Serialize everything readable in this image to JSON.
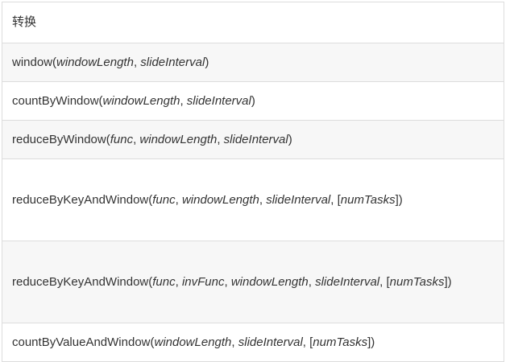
{
  "table": {
    "header": {
      "label": "转换"
    },
    "colors": {
      "border": "#dddddd",
      "text": "#333333",
      "row_alt_background": "#f7f7f7",
      "row_background": "#ffffff"
    },
    "rows": [
      {
        "name": "window",
        "signature": "window(windowLength, slideInterval)",
        "fn": "window(",
        "params": [
          "windowLength",
          "slideInterval"
        ],
        "tail": ")",
        "shaded": true,
        "lines": 1
      },
      {
        "name": "countByWindow",
        "signature": "countByWindow(windowLength, slideInterval)",
        "fn": "countByWindow(",
        "params": [
          "windowLength",
          "slideInterval"
        ],
        "tail": ")",
        "shaded": false,
        "lines": 1
      },
      {
        "name": "reduceByWindow",
        "signature": "reduceByWindow(func, windowLength, slideInterval)",
        "fn": "reduceByWindow(",
        "params": [
          "func",
          "windowLength",
          "slideInterval"
        ],
        "tail": ")",
        "shaded": true,
        "lines": 1
      },
      {
        "name": "reduceByKeyAndWindow",
        "signature": "reduceByKeyAndWindow(func, windowLength, slideInterval, [numTasks])",
        "fn": "reduceByKeyAndWindow(",
        "params": [
          "func",
          "windowLength",
          "slideInterval",
          "numTasks"
        ],
        "tail": ")",
        "shaded": false,
        "lines": 2
      },
      {
        "name": "reduceByKeyAndWindow-inv",
        "signature": "reduceByKeyAndWindow(func, invFunc, windowLength, slideInterval, [numTasks])",
        "fn": "reduceByKeyAndWindow(",
        "params": [
          "func",
          "invFunc",
          "windowLength",
          "slideInterval",
          "numTasks"
        ],
        "tail": ")",
        "shaded": true,
        "lines": 2
      },
      {
        "name": "countByValueAndWindow",
        "signature": "countByValueAndWindow(windowLength, slideInterval, [numTasks])",
        "fn": "countByValueAndWindow(",
        "params": [
          "windowLength",
          "slideInterval",
          "numTasks"
        ],
        "tail": ")",
        "shaded": false,
        "lines": 1
      }
    ]
  }
}
